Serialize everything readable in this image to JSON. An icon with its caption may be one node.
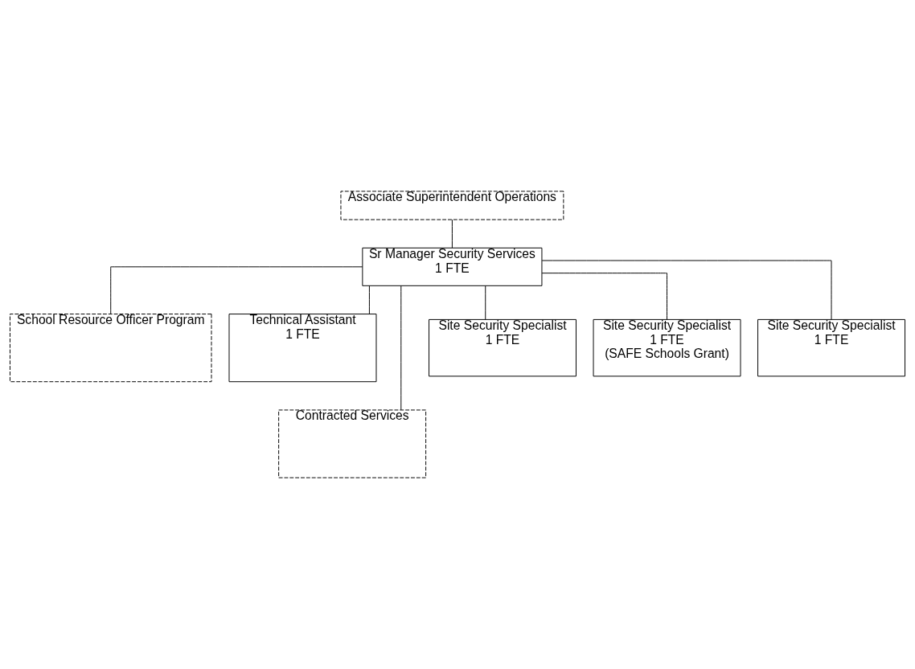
{
  "diagram": {
    "nodes": [
      {
        "text": [
          "Associate Superintendent Operations"
        ]
      },
      {
        "text": [
          "Sr Manager Security Services",
          "1 FTE"
        ]
      },
      {
        "text": [
          "School Resource Officer Program"
        ]
      },
      {
        "text": [
          "Technical Assistant",
          "1 FTE"
        ]
      },
      {
        "text": [
          "Contracted Services"
        ]
      },
      {
        "text": [
          "Site Security Specialist",
          "1 FTE"
        ]
      },
      {
        "text": [
          "Site Security Specialist",
          "1 FTE",
          "(SAFE Schools Grant)"
        ]
      },
      {
        "text": [
          "Site Security Specialist",
          "1 FTE"
        ]
      }
    ],
    "edges": [
      {
        "from": 0,
        "to": 1,
        "arrow": "none"
      },
      {
        "from": 1,
        "to": 2,
        "arrow": "none"
      },
      {
        "from": 1,
        "to": 3,
        "arrow": "none"
      },
      {
        "from": 1,
        "to": 4,
        "arrow": "none"
      },
      {
        "from": 1,
        "to": 5,
        "arrow": "none"
      },
      {
        "from": 1,
        "to": 6,
        "arrow": "none"
      },
      {
        "from": 1,
        "to": 7,
        "arrow": "none"
      }
    ]
  }
}
